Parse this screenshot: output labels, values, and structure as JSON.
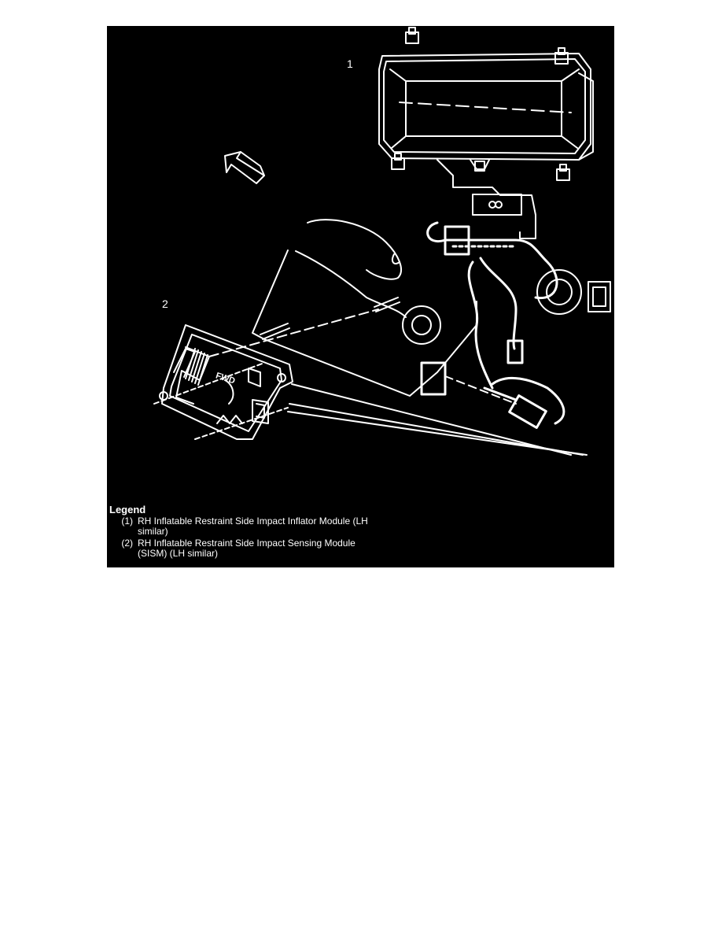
{
  "callouts": [
    "1",
    "2"
  ],
  "legend": {
    "title": "Legend",
    "items": [
      {
        "num": "(1)",
        "text": "RH Inflatable Restraint Side Impact Inflator Module (LH similar)"
      },
      {
        "num": "(2)",
        "text": "RH Inflatable Restraint Side Impact Sensing Module (SISM) (LH similar)"
      }
    ]
  },
  "module_label": "FWD",
  "colors": {
    "background": "#000000",
    "lines": "#ffffff",
    "page": "#ffffff"
  }
}
